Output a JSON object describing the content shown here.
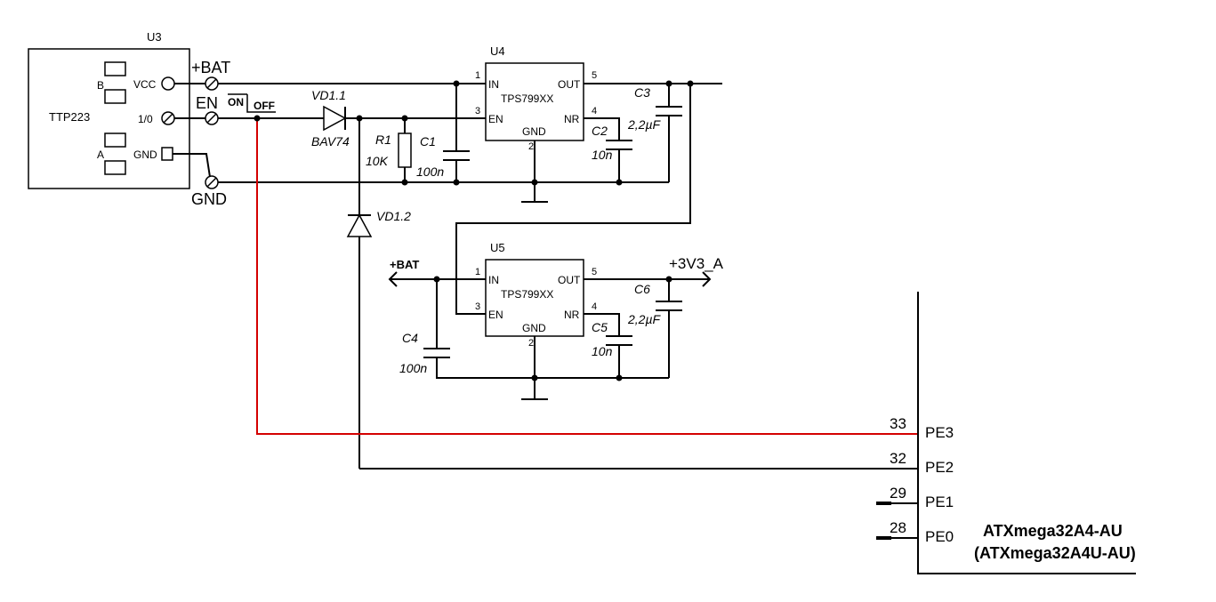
{
  "u3": {
    "ref": "U3",
    "name": "TTP223",
    "pin_vcc": "VCC",
    "pin_io": "1/0",
    "pin_gnd": "GND",
    "pad_b": "B",
    "pad_a": "A"
  },
  "nets": {
    "bat_top": "+BAT",
    "en": "EN",
    "gnd": "GND",
    "bat_u5": "+BAT",
    "out_3v3": "+3V3_A"
  },
  "switch": {
    "on": "ON",
    "off": "OFF"
  },
  "vd11": {
    "ref": "VD1.1",
    "part": "BAV74"
  },
  "vd12": {
    "ref": "VD1.2"
  },
  "r1": {
    "ref": "R1",
    "value": "10K"
  },
  "c1": {
    "ref": "C1",
    "value": "100n"
  },
  "c2": {
    "ref": "C2",
    "value": "10n"
  },
  "c3": {
    "ref": "C3",
    "value": "2,2µF"
  },
  "c4": {
    "ref": "C4",
    "value": "100n"
  },
  "c5": {
    "ref": "C5",
    "value": "10n"
  },
  "c6": {
    "ref": "C6",
    "value": "2,2µF"
  },
  "u4": {
    "ref": "U4",
    "part": "TPS799XX",
    "pin_in": "IN",
    "pin_en": "EN",
    "pin_out": "OUT",
    "pin_nr": "NR",
    "pin_gnd": "GND",
    "n_in": "1",
    "n_en": "3",
    "n_out": "5",
    "n_nr": "4",
    "n_gnd": "2"
  },
  "u5": {
    "ref": "U5",
    "part": "TPS799XX",
    "pin_in": "IN",
    "pin_en": "EN",
    "pin_out": "OUT",
    "pin_nr": "NR",
    "pin_gnd": "GND",
    "n_in": "1",
    "n_en": "3",
    "n_out": "5",
    "n_nr": "4",
    "n_gnd": "2"
  },
  "mcu": {
    "name": "ATXmega32A4-AU",
    "name_alt": "(ATXmega32A4U-AU)",
    "pins": [
      {
        "num": "33",
        "name": "PE3"
      },
      {
        "num": "32",
        "name": "PE2"
      },
      {
        "num": "29",
        "name": "PE1"
      },
      {
        "num": "28",
        "name": "PE0"
      }
    ]
  },
  "colors": {
    "wire": "#000000",
    "highlight_wire": "#d40000",
    "background": "#ffffff"
  }
}
